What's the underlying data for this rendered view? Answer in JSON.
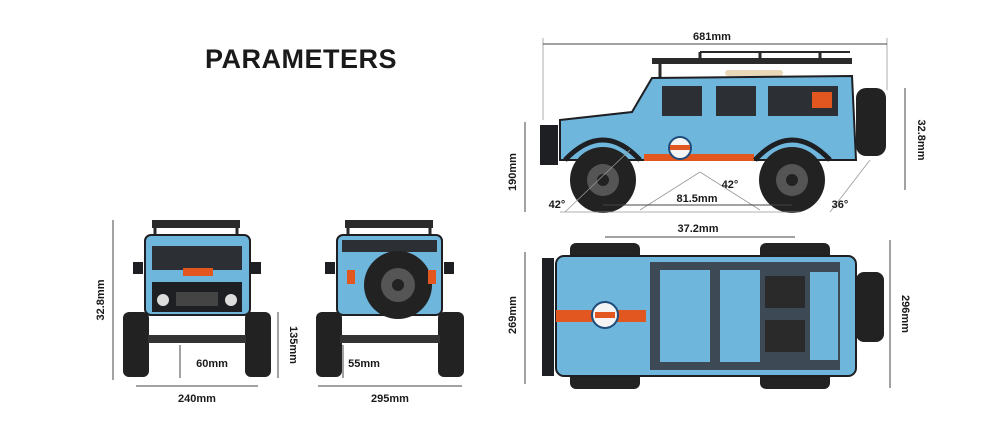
{
  "title": "PARAMETERS",
  "colors": {
    "body_blue": "#6fb6dd",
    "dark_trim": "#1d1f22",
    "stripe_orange": "#e2571f",
    "tire": "#222222",
    "roof_rack": "#2a2a2a"
  },
  "side_view": {
    "length": "681mm",
    "height": "32.8mm",
    "clearance_height": "190mm",
    "wheelbase": "81.5mm",
    "approach_angle": "42°",
    "breakover_angle": "42°",
    "departure_angle": "36°"
  },
  "top_view": {
    "length": "37.2mm",
    "width_outer": "296mm",
    "width_body": "269mm"
  },
  "front_view": {
    "height": "32.8mm",
    "axle_height": "135mm",
    "ground_clearance": "60mm",
    "track_width": "240mm"
  },
  "rear_view": {
    "ground_clearance": "55mm",
    "width": "295mm"
  },
  "icons": [
    "front-view-truck-icon",
    "rear-view-truck-icon",
    "side-view-truck-icon",
    "top-view-truck-icon"
  ]
}
